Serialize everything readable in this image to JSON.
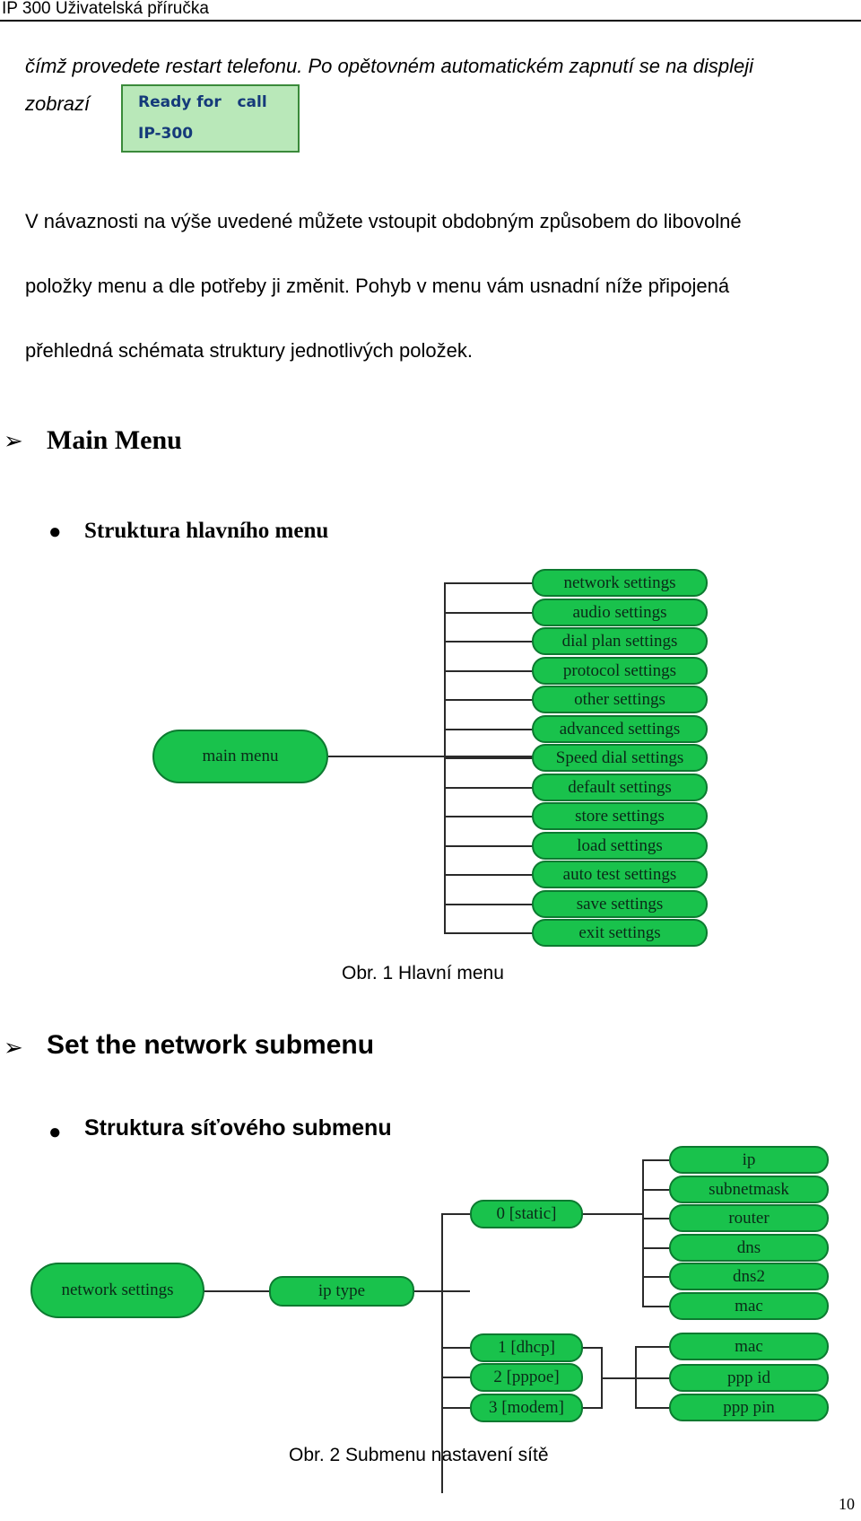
{
  "header": {
    "title": "IP 300 Uživatelská příručka"
  },
  "intro": {
    "line1": "čímž provedete restart telefonu. Po opětovném automatickém zapnutí se na displeji",
    "line2": "zobrazí",
    "display": {
      "line1": "Ready for   call",
      "line2": "IP-300"
    }
  },
  "paragraph": {
    "line1": "V návaznosti na výše uvedené můžete vstoupit obdobným způsobem do libovolné",
    "line2": "položky menu a dle potřeby ji změnit. Pohyb v menu vám usnadní níže připojená",
    "line3": "přehledná schémata struktury jednotlivých položek."
  },
  "section1": {
    "heading": "Main Menu",
    "subheading": "Struktura hlavního menu",
    "caption": "Obr. 1 Hlavní menu",
    "diagram": {
      "root": "main menu",
      "items": [
        "network settings",
        "audio settings",
        "dial plan   settings",
        "protocol settings",
        "other settings",
        "advanced settings",
        "Speed dial settings",
        "default settings",
        "store settings",
        "load settings",
        "auto test settings",
        "save settings",
        "exit settings"
      ]
    }
  },
  "section2": {
    "heading": "Set the network submenu",
    "subheading": "Struktura síťového submenu",
    "caption": "Obr. 2 Submenu nastavení sítě",
    "diagram": {
      "root": "network settings",
      "type": "ip type",
      "static": "0 [static]",
      "static_items": [
        "ip",
        "subnetmask",
        "router",
        "dns",
        "dns2",
        "mac"
      ],
      "dhcp": "1 [dhcp]",
      "pppoe": "2 [pppoe]",
      "modem": "3 [modem]",
      "dhcp_items": [
        "mac",
        "ppp id",
        "ppp pin"
      ]
    }
  },
  "page_number": "10"
}
